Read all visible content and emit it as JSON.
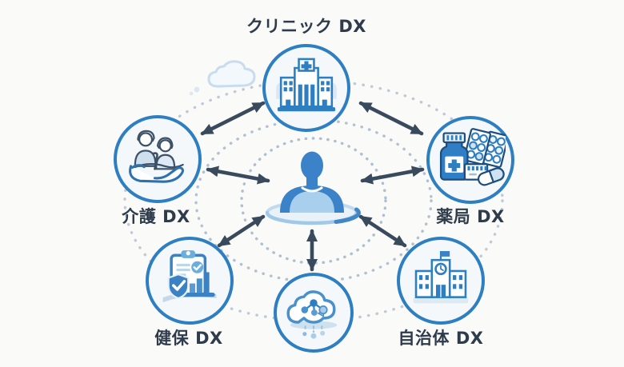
{
  "page": {
    "background": "#fafaf9"
  },
  "palette": {
    "circle_border": "#2e7fc2",
    "circle_fill": "#f5f8fb",
    "arrow": "#3a4a5d",
    "label_text": "#2e3b4b",
    "dotted_ring": "#b2c1d1",
    "icon_blue": "#2e7fc1",
    "icon_blue_dark": "#1d4d7c",
    "icon_blue_mid": "#4a90ca",
    "icon_blue_light": "#a8cfee",
    "icon_blue_pale": "#d9e6f2"
  },
  "center": {
    "icon": "person-icon"
  },
  "nodes": {
    "clinic": {
      "label": "クリニック DX",
      "icon": "hospital-building-icon",
      "position": "top"
    },
    "care": {
      "label": "介護 DX",
      "icon": "caregiver-elderly-hand-icon",
      "position": "left"
    },
    "pharmacy": {
      "label": "薬局 DX",
      "icon": "medicine-pharmacy-icon",
      "position": "right"
    },
    "insurance": {
      "label": "健保 DX",
      "icon": "clipboard-shield-chart-icon",
      "position": "bottom-left"
    },
    "cloud": {
      "label": "",
      "icon": "cloud-network-icon",
      "position": "bottom-center"
    },
    "municipality": {
      "label": "自治体 DX",
      "icon": "government-building-icon",
      "position": "bottom-right"
    }
  },
  "connections": {
    "count": 7,
    "style": "double-headed-arrow"
  },
  "decorations": {
    "thought_cloud": "top-left-of-clinic-node",
    "dotted_orbits": 3
  }
}
